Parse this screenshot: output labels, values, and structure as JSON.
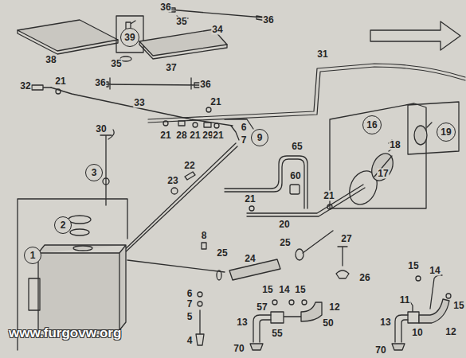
{
  "diagram": {
    "nodes": [
      {
        "text": [
          "39"
        ]
      },
      {
        "text": [
          "16"
        ]
      },
      {
        "text": [
          "19"
        ]
      },
      {
        "text": [
          "9"
        ]
      },
      {
        "text": [
          "3"
        ]
      },
      {
        "text": [
          "1"
        ]
      },
      {
        "text": [
          "2"
        ]
      }
    ],
    "labels": [
      "36",
      "35",
      "34",
      "36",
      "38",
      "35",
      "37",
      "36",
      "33",
      "36",
      "31",
      "32",
      "21",
      "21",
      "30",
      "21",
      "28",
      "21",
      "29",
      "21",
      "6",
      "7",
      "65",
      "18",
      "17",
      "22",
      "23",
      "60",
      "21",
      "21",
      "20",
      "8",
      "25",
      "24",
      "25",
      "27",
      "26",
      "15",
      "14",
      "15",
      "14",
      "15",
      "12",
      "57",
      "11",
      "15",
      "6",
      "7",
      "5",
      "4",
      "13",
      "55",
      "50",
      "13",
      "10",
      "12",
      "70",
      "70",
      "www.furgovw.org"
    ]
  }
}
